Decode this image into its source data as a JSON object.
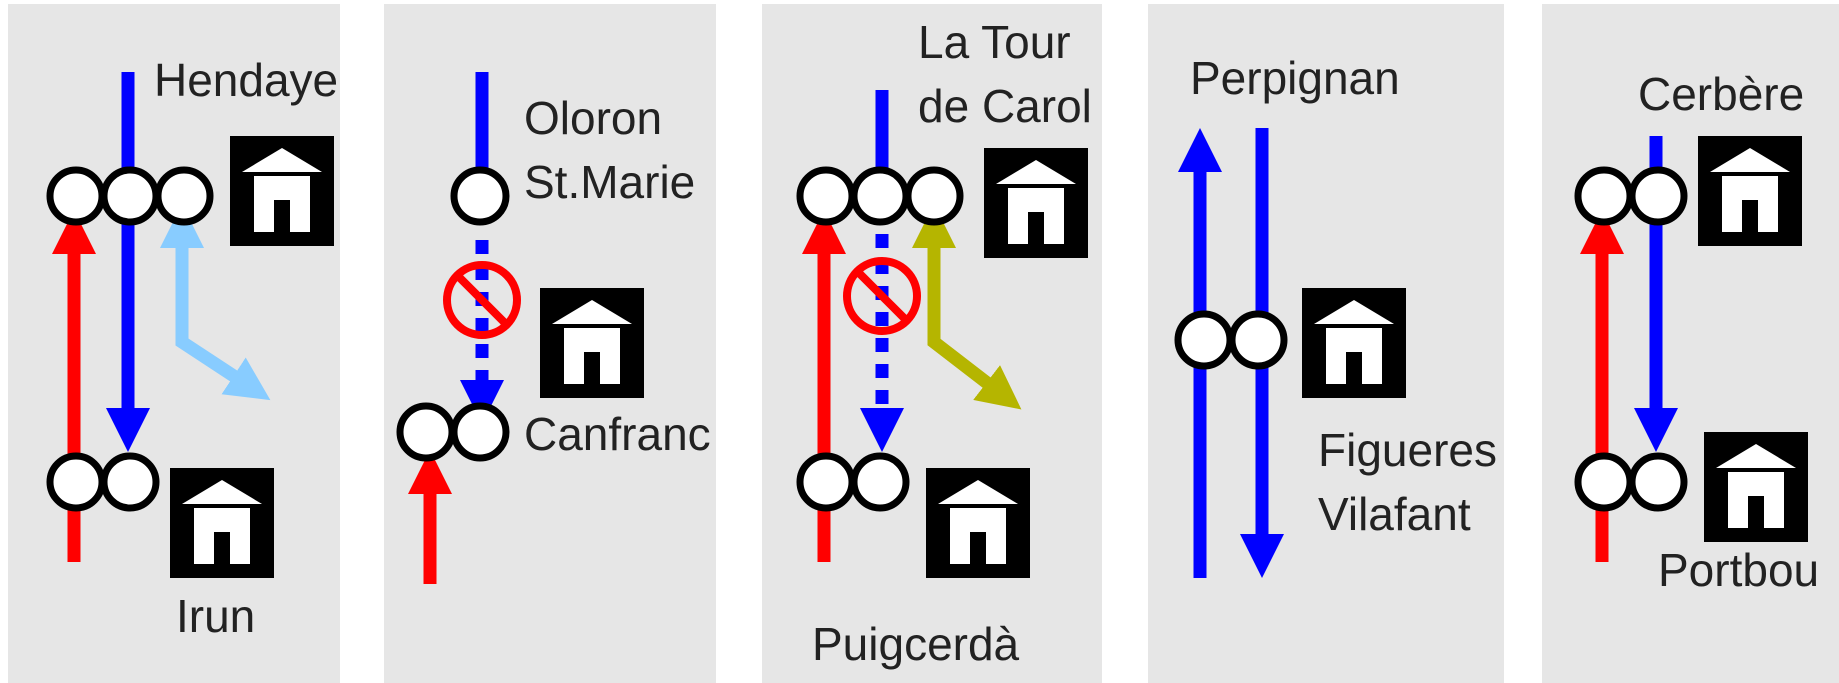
{
  "colors": {
    "panel_bg": "#e6e6e6",
    "red": "#ff0000",
    "blue": "#0000ff",
    "light_blue": "#88ccff",
    "olive": "#b5b500",
    "station_box": "#000000",
    "station_icon": "#ffffff",
    "no_entry": "#ff0000"
  },
  "panels": [
    {
      "id": "hendaye-irun",
      "labels": {
        "top": "Hendaye",
        "bottom": "Irun"
      }
    },
    {
      "id": "oloron-canfranc",
      "labels": {
        "top_line1": "Oloron",
        "top_line2": "St.Marie",
        "bottom": "Canfranc"
      }
    },
    {
      "id": "latour-puigcerda",
      "labels": {
        "top_line1": "La Tour",
        "top_line2": "de Carol",
        "bottom": "Puigcerdà"
      }
    },
    {
      "id": "perpignan-figueres",
      "labels": {
        "top": "Perpignan",
        "bottom_line1": "Figueres",
        "bottom_line2": "Vilafant"
      }
    },
    {
      "id": "cerbere-portbou",
      "labels": {
        "top": "Cerbère",
        "bottom": "Portbou"
      }
    }
  ],
  "icons": [
    "station-building-icon",
    "no-entry-icon",
    "wheelset-icon",
    "arrow-icon"
  ]
}
